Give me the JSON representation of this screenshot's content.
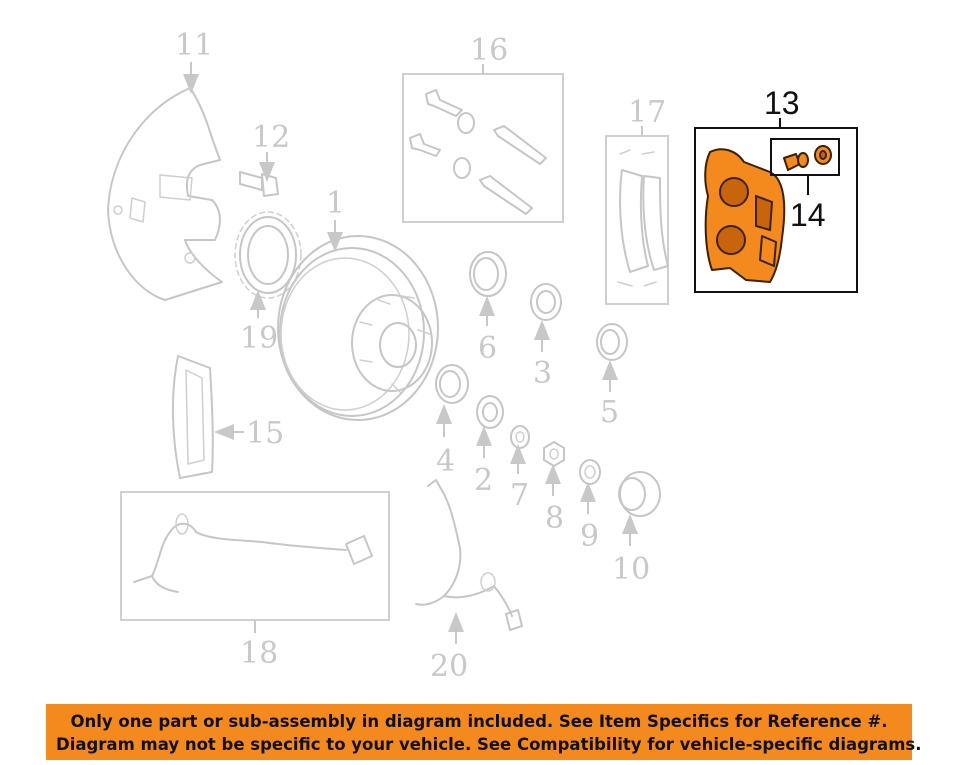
{
  "parts": {
    "p1": "1",
    "p2": "2",
    "p3": "3",
    "p4": "4",
    "p5": "5",
    "p6": "6",
    "p7": "7",
    "p8": "8",
    "p9": "9",
    "p10": "10",
    "p11": "11",
    "p12": "12",
    "p13": "13",
    "p14": "14",
    "p15": "15",
    "p16": "16",
    "p17": "17",
    "p18": "18",
    "p19": "19",
    "p20": "20"
  },
  "highlighted_parts": [
    "13",
    "14"
  ],
  "highlight_color": "#f4891e",
  "banner": {
    "line1": "Only one part or sub-assembly in diagram included. See Item Specifics for Reference #.",
    "line2": "Diagram may not be specific to your vehicle. See Compatibility for vehicle-specific diagrams."
  }
}
